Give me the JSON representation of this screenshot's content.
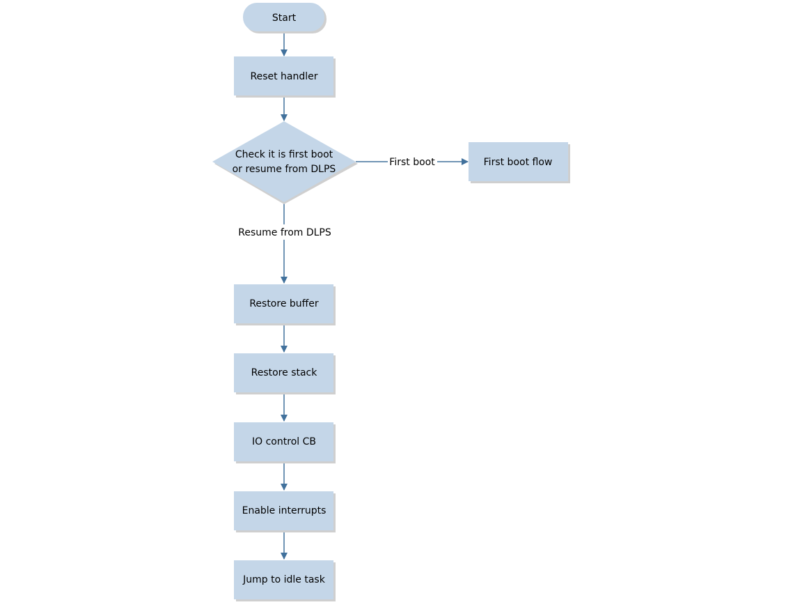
{
  "colors": {
    "node_fill": "#c4d6e8",
    "node_shadow": "#cfcfcf",
    "arrow": "#41719c",
    "text": "#000000"
  },
  "nodes": {
    "start": "Start",
    "reset_handler": "Reset handler",
    "check": {
      "line1": "Check it is first boot",
      "line2": "or resume from DLPS"
    },
    "first_boot_flow": "First boot flow",
    "restore_buffer": "Restore buffer",
    "restore_stack": "Restore stack",
    "io_control_cb": "IO control CB",
    "enable_interrupts": "Enable interrupts",
    "jump_to_idle_task": "Jump to idle task"
  },
  "edges": {
    "first_boot_label": "First boot",
    "resume_label": "Resume from DLPS"
  }
}
